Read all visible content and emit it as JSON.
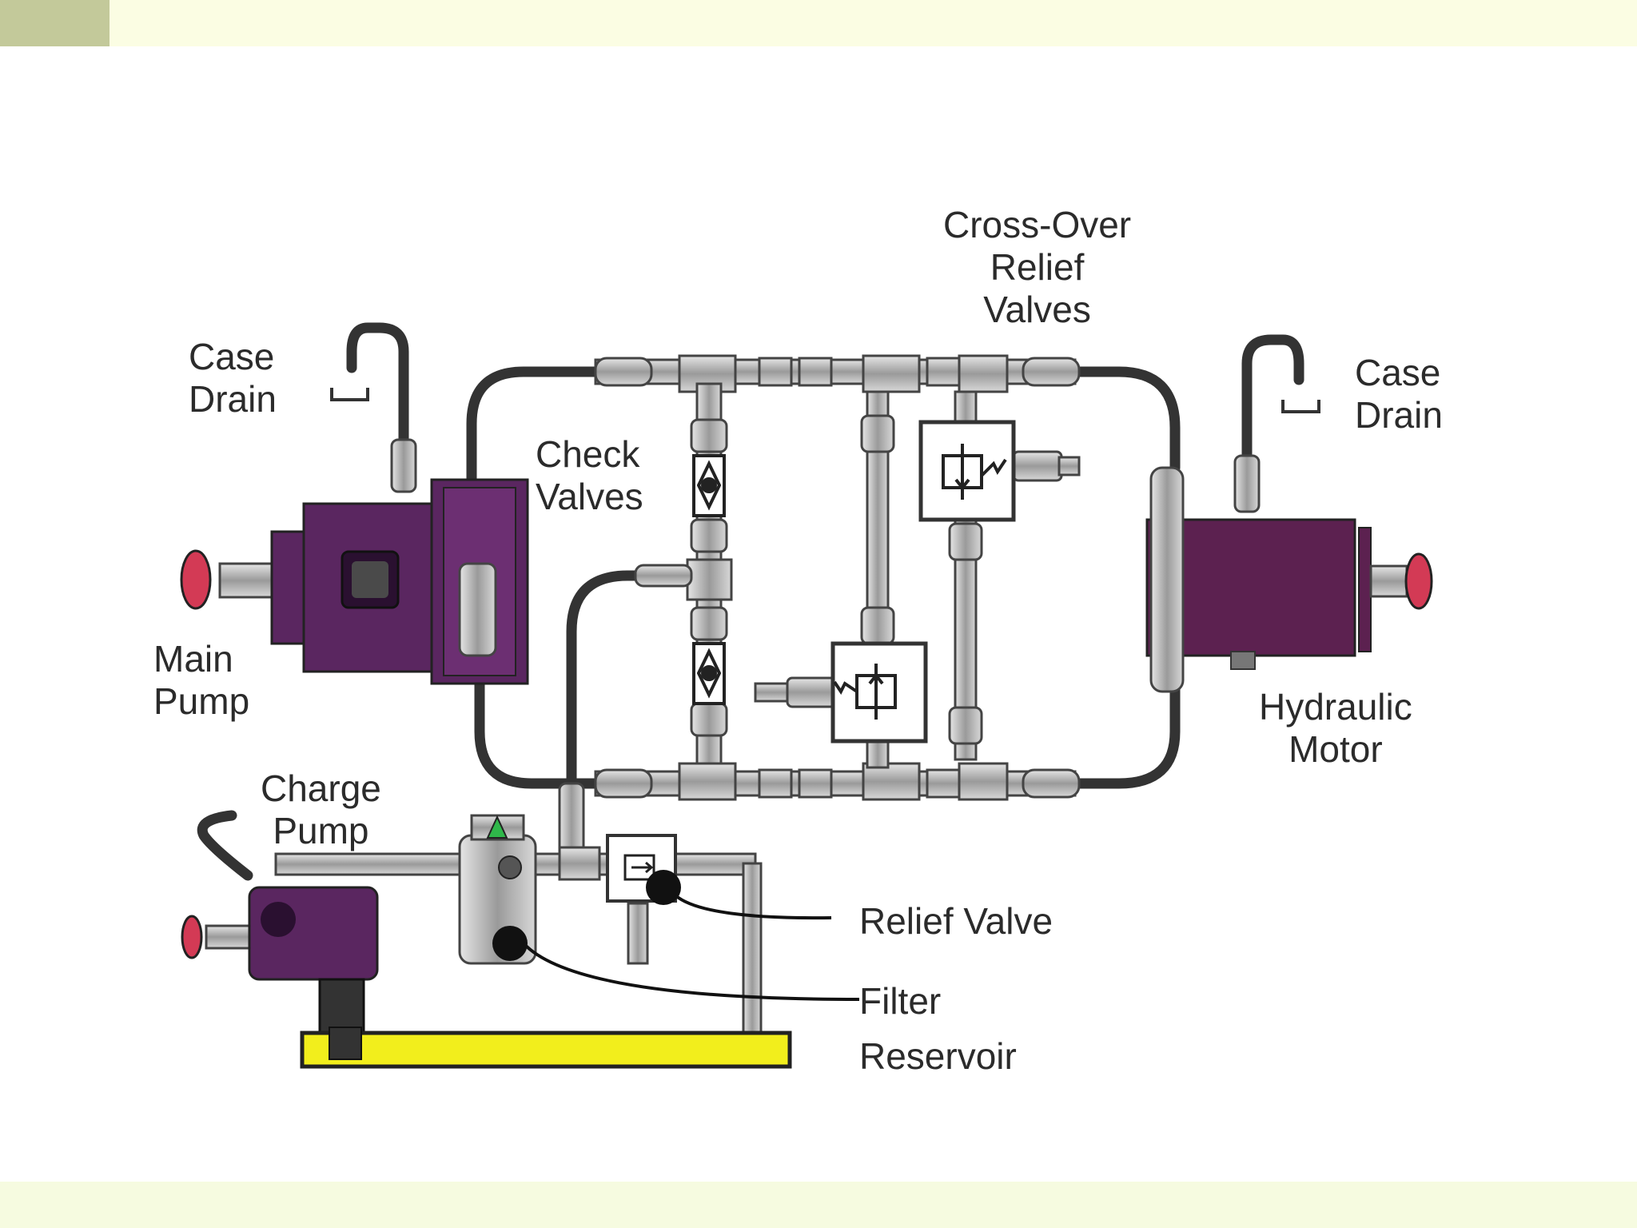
{
  "colors": {
    "top_band": "#fbfde3",
    "top_accent": "#c3c99a",
    "bottom_band": "#f6fbe0",
    "pipe": "#333333",
    "fitting": "#a9a9a9",
    "pump_body": "#5a2660",
    "motor_body": "#5c2150",
    "shaft_wheel": "#d33a55",
    "reservoir": "#f2ee1c",
    "valve_box": "#ffffff",
    "label_text": "#2b2b2b"
  },
  "labels": {
    "case_drain_left": [
      "Case",
      "Drain"
    ],
    "case_drain_right": [
      "Case",
      "Drain"
    ],
    "cross_over_relief_valves": [
      "Cross-Over",
      "Relief",
      "Valves"
    ],
    "check_valves": [
      "Check",
      "Valves"
    ],
    "main_pump": [
      "Main",
      "Pump"
    ],
    "hydraulic_motor": [
      "Hydraulic",
      "Motor"
    ],
    "charge_pump": [
      "Charge",
      "Pump"
    ],
    "relief_valve": "Relief Valve",
    "filter": "Filter",
    "reservoir": "Reservoir"
  },
  "icons": [
    "main-pump-icon",
    "hydraulic-motor-icon",
    "charge-pump-icon",
    "check-valve-icon",
    "relief-valve-icon",
    "filter-icon",
    "reservoir-icon",
    "case-drain-icon"
  ]
}
